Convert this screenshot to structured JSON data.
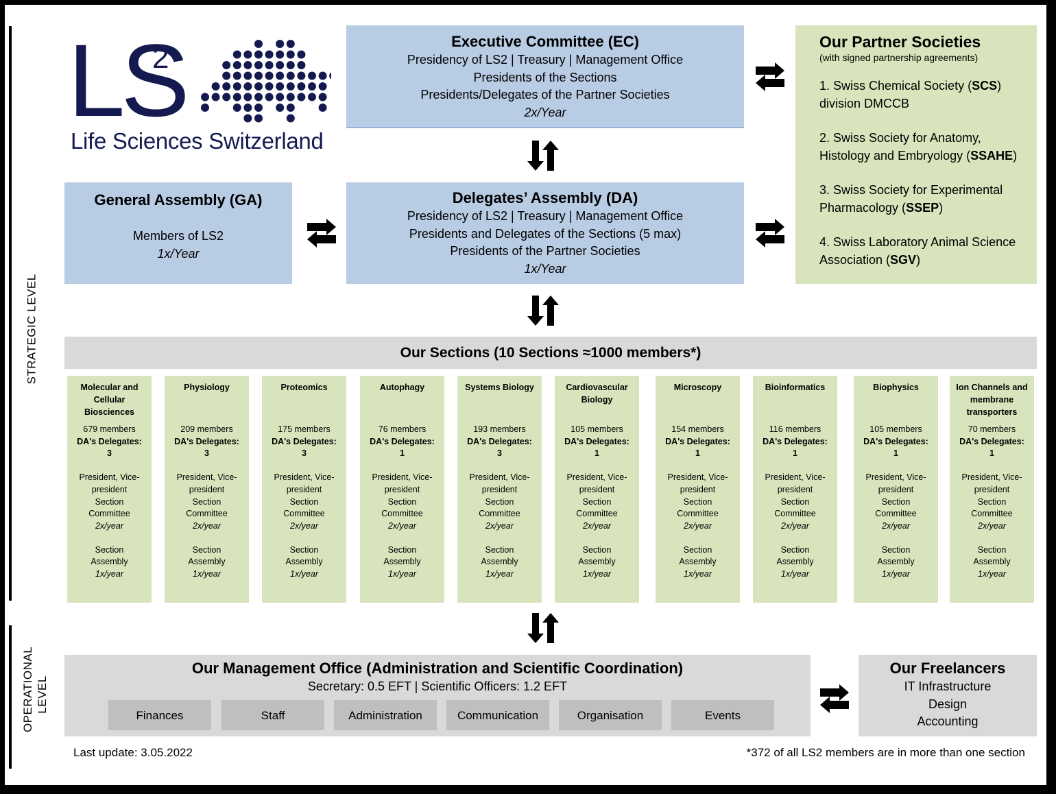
{
  "logo": {
    "mark": "LS",
    "superscript": "2",
    "tagline": "Life Sciences Switzerland",
    "color": "#141a4f",
    "dot_rows": [
      [
        5,
        7,
        8
      ],
      [
        3,
        4,
        5,
        6,
        7,
        8,
        9
      ],
      [
        2,
        3,
        4,
        5,
        6,
        7,
        8,
        9
      ],
      [
        2,
        3,
        4,
        5,
        6,
        7,
        8,
        9,
        10,
        11,
        12
      ],
      [
        1,
        2,
        3,
        4,
        5,
        6,
        7,
        8,
        9,
        10,
        11
      ],
      [
        0,
        1,
        2,
        3,
        4,
        5,
        6,
        7,
        8,
        9,
        10,
        11
      ],
      [
        0,
        3,
        4,
        5,
        7,
        8,
        11
      ],
      [
        4,
        5,
        8
      ]
    ]
  },
  "levels": {
    "strategic": "STRATEGIC LEVEL",
    "operational_line1": "OPERATIONAL",
    "operational_line2": "LEVEL"
  },
  "executive_committee": {
    "title": "Executive Committee (EC)",
    "lines": [
      "Presidency of LS2 | Treasury | Management Office",
      "Presidents of the Sections",
      "Presidents/Delegates of the Partner Societies"
    ],
    "frequency": "2x/Year"
  },
  "general_assembly": {
    "title": "General Assembly (GA)",
    "lines": [
      "Members of LS2"
    ],
    "frequency": "1x/Year"
  },
  "delegates_assembly": {
    "title": "Delegates’ Assembly (DA)",
    "lines": [
      "Presidency of LS2 | Treasury | Management Office",
      "Presidents and Delegates of the Sections (5 max)",
      "Presidents of the Partner Societies"
    ],
    "frequency": "1x/Year"
  },
  "partners": {
    "title": "Our Partner Societies",
    "subtitle": "(with signed partnership agreements)",
    "items": [
      {
        "pre": "1. Swiss Chemical Society (",
        "abbr": "SCS",
        "post": ")",
        "line2": "division DMCCB"
      },
      {
        "pre": "2. Swiss Society for Anatomy,",
        "abbr": "",
        "post": "",
        "line2pre": "Histology and Embryology (",
        "line2abbr": "SSAHE",
        "line2post": ")"
      },
      {
        "pre": "3. Swiss Society for Experimental",
        "abbr": "",
        "post": "",
        "line2pre": "Pharmacology (",
        "line2abbr": "SSEP",
        "line2post": ")"
      },
      {
        "pre": "4. Swiss Laboratory Animal Science",
        "abbr": "",
        "post": "",
        "line2pre": "Association (",
        "line2abbr": "SGV",
        "line2post": ")"
      }
    ]
  },
  "sections_header": "Our Sections (10 Sections ≈1000 members*)",
  "sections": [
    {
      "name": "Molecular and Cellular Biosciences",
      "members": "679 members",
      "delegates_label": "DA's Delegates:",
      "delegates": "3"
    },
    {
      "name": "Physiology",
      "members": "209 members",
      "delegates_label": "DA's Delegates:",
      "delegates": "3"
    },
    {
      "name": "Proteomics",
      "members": "175 members",
      "delegates_label": "DA's Delegates:",
      "delegates": "3"
    },
    {
      "name": "Autophagy",
      "members": "76 members",
      "delegates_label": "DA's Delegates:",
      "delegates": "1"
    },
    {
      "name": "Systems Biology",
      "members": "193 members",
      "delegates_label": "DA's Delegates:",
      "delegates": "3"
    },
    {
      "name": "Cardiovascular Biology",
      "members": "105 members",
      "delegates_label": "DA's Delegates:",
      "delegates": "1"
    },
    {
      "name": "Microscopy",
      "members": "154 members",
      "delegates_label": "DA's Delegates:",
      "delegates": "1"
    },
    {
      "name": "Bioinformatics",
      "members": "116 members",
      "delegates_label": "DA's Delegates:",
      "delegates": "1"
    },
    {
      "name": "Biophysics",
      "members": "105 members",
      "delegates_label": "DA's Delegates:",
      "delegates": "1"
    },
    {
      "name": "Ion Channels and membrane transporters",
      "members": "70 members",
      "delegates_label": "DA's Delegates:",
      "delegates": "1"
    }
  ],
  "section_common": {
    "committee_l1": "President, Vice-",
    "committee_l2": "president",
    "committee_l3": "Section",
    "committee_l4": "Committee",
    "committee_freq": "2x/year",
    "assembly_l1": "Section",
    "assembly_l2": "Assembly",
    "assembly_freq": "1x/year"
  },
  "management_office": {
    "title": "Our Management Office (Administration and Scientific Coordination)",
    "staffing": "Secretary: 0.5 EFT | Scientific Officers: 1.2 EFT",
    "units": [
      "Finances",
      "Staff",
      "Administration",
      "Communication",
      "Organisation",
      "Events"
    ]
  },
  "freelancers": {
    "title": "Our Freelancers",
    "items": [
      "IT Infrastructure",
      "Design",
      "Accounting"
    ]
  },
  "footer": {
    "last_update": "Last update: 3.05.2022",
    "note": "*372 of all LS2 members are in more than one section"
  },
  "colors": {
    "governance_blue": "#b8cce4",
    "partner_green": "#d8e4bc",
    "office_grey": "#d9d9d9",
    "unit_grey": "#bfbfbf",
    "logo_navy": "#141a4f"
  }
}
